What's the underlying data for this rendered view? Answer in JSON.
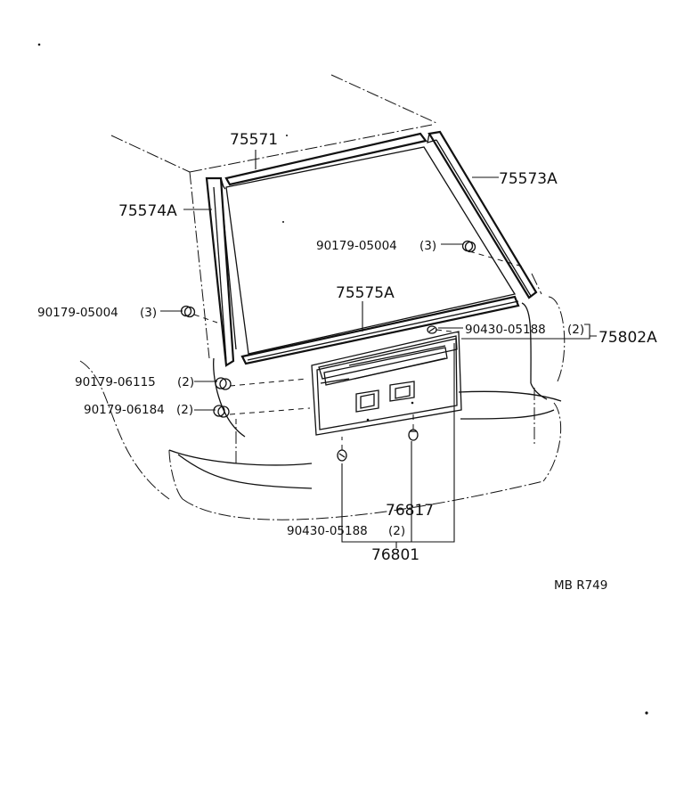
{
  "callouts": {
    "p75571": "75571",
    "p75573A": "75573A",
    "p75574A": "75574A",
    "p75575A": "75575A",
    "p75802A": "75802A",
    "p76817": "76817",
    "p76801": "76801",
    "clip_upper_right": "90179-05004",
    "clip_upper_right_qty": "(3)",
    "clip_left": "90179-05004",
    "clip_left_qty": "(3)",
    "screw_upper_right": "90430-05188",
    "screw_upper_right_qty": "(2)",
    "nut_06115": "90179-06115",
    "nut_06115_qty": "(2)",
    "nut_06184": "90179-06184",
    "nut_06184_qty": "(2)",
    "screw_lower": "90430-05188",
    "screw_lower_qty": "(2)"
  },
  "figure_code": "MB R749"
}
